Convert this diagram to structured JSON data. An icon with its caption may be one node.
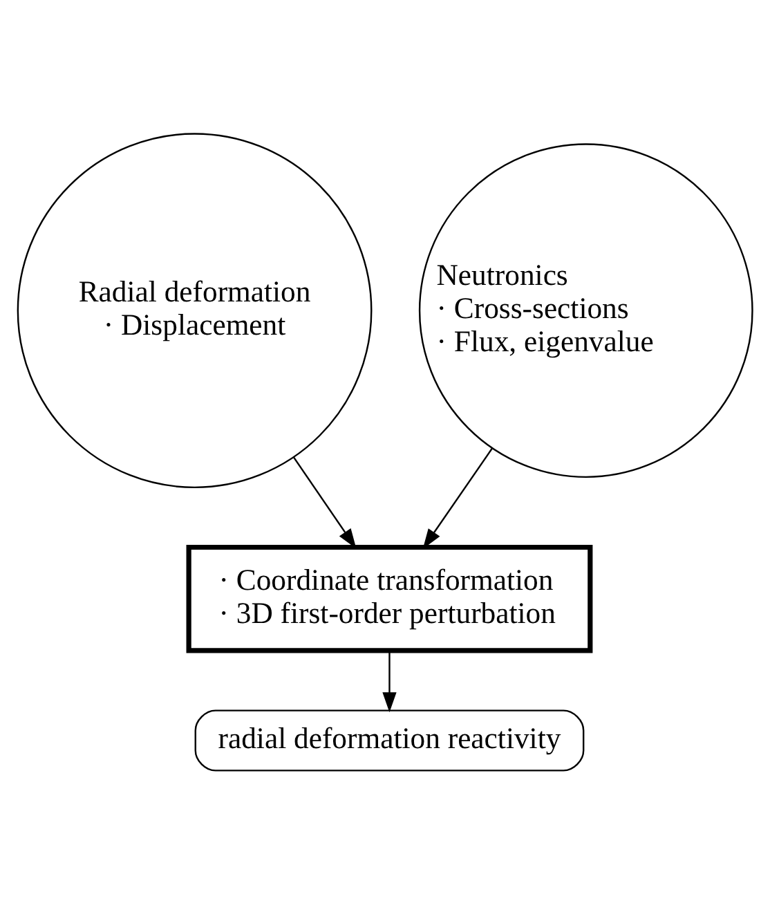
{
  "diagram": {
    "nodes": [
      {
        "text": [
          "Radial deformation",
          "· Displacement"
        ]
      },
      {
        "text": [
          "Neutronics",
          "· Cross-sections",
          "· Flux, eigenvalue"
        ]
      },
      {
        "text": [
          "· Coordinate transformation",
          "· 3D first-order perturbation"
        ]
      },
      {
        "text": [
          "radial deformation reactivity"
        ]
      }
    ],
    "edges": [
      {
        "from": 0,
        "to": 2,
        "arrow": "to"
      },
      {
        "from": 1,
        "to": 2,
        "arrow": "to"
      },
      {
        "from": 2,
        "to": 3,
        "arrow": "to"
      }
    ]
  }
}
